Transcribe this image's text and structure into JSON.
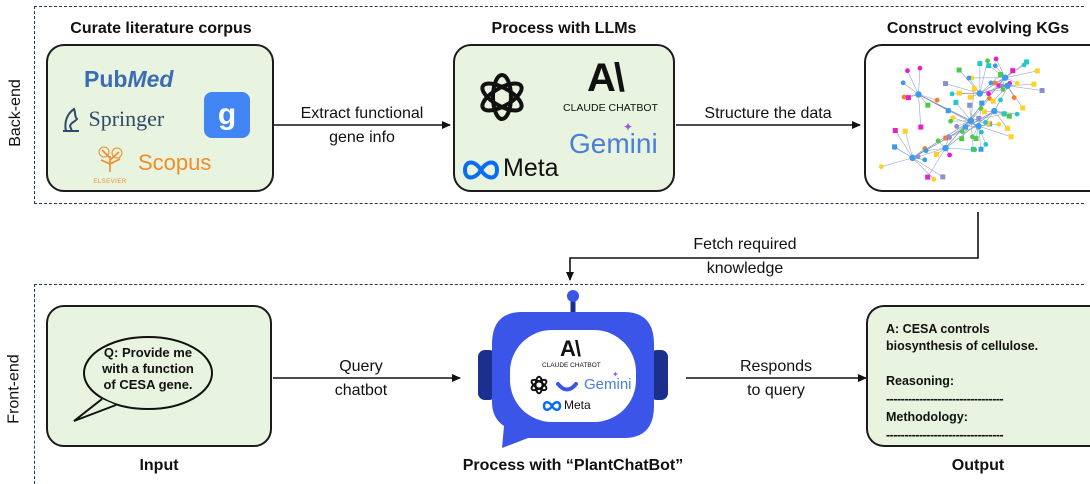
{
  "sections": {
    "backend": "Back-end",
    "frontend": "Front-end"
  },
  "backend": {
    "corpus": {
      "title": "Curate literature corpus",
      "sources": {
        "pubmed_a": "Pub",
        "pubmed_b": "Med",
        "springer": "Springer",
        "google_scholar": "g",
        "elsevier": "ELSEVIER",
        "scopus": "Scopus"
      }
    },
    "llms": {
      "title": "Process with LLMs",
      "logos": {
        "claude_mark": "A\\",
        "claude": "CLAUDE CHATBOT",
        "gemini": "Gemini",
        "meta": "Meta"
      }
    },
    "kg": {
      "title": "Construct evolving KGs"
    },
    "arrow1": {
      "line1": "Extract functional",
      "line2": "gene info"
    },
    "arrow2": {
      "label": "Structure the data"
    }
  },
  "fetch": {
    "line1": "Fetch required",
    "line2": "knowledge"
  },
  "frontend": {
    "input": {
      "question_lines": [
        "Q: Provide me",
        "with a function",
        "of CESA gene."
      ],
      "caption": "Input"
    },
    "arrow3": {
      "line1": "Query",
      "line2": "chatbot"
    },
    "bot": {
      "caption": "Process with “PlantChatBot”",
      "logos": {
        "claude_mark": "A\\",
        "claude": "CLAUDE CHATBOT",
        "gemini": "Gemini",
        "meta": "Meta"
      }
    },
    "arrow4": {
      "line1": "Responds",
      "line2": "to query"
    },
    "output": {
      "answer_line1": "A: CESA controls",
      "answer_line2": "biosynthesis of cellulose.",
      "reasoning": "Reasoning:",
      "dashes1": "--------------------------------",
      "methodology": "Methodology:",
      "dashes2": "--------------------------------",
      "caption": "Output"
    }
  },
  "colors": {
    "box_fill": "#e8f4df",
    "dashed_border": "#1f3a5a",
    "bot_blue": "#3a55e8",
    "bot_dark": "#1b2f8f",
    "meta_blue": "#0a6df0",
    "scopus_orange": "#f28c28",
    "pubmed_blue": "#3b6db3",
    "scholar_blue": "#4285f4",
    "springer_dark": "#2f4a6a"
  }
}
